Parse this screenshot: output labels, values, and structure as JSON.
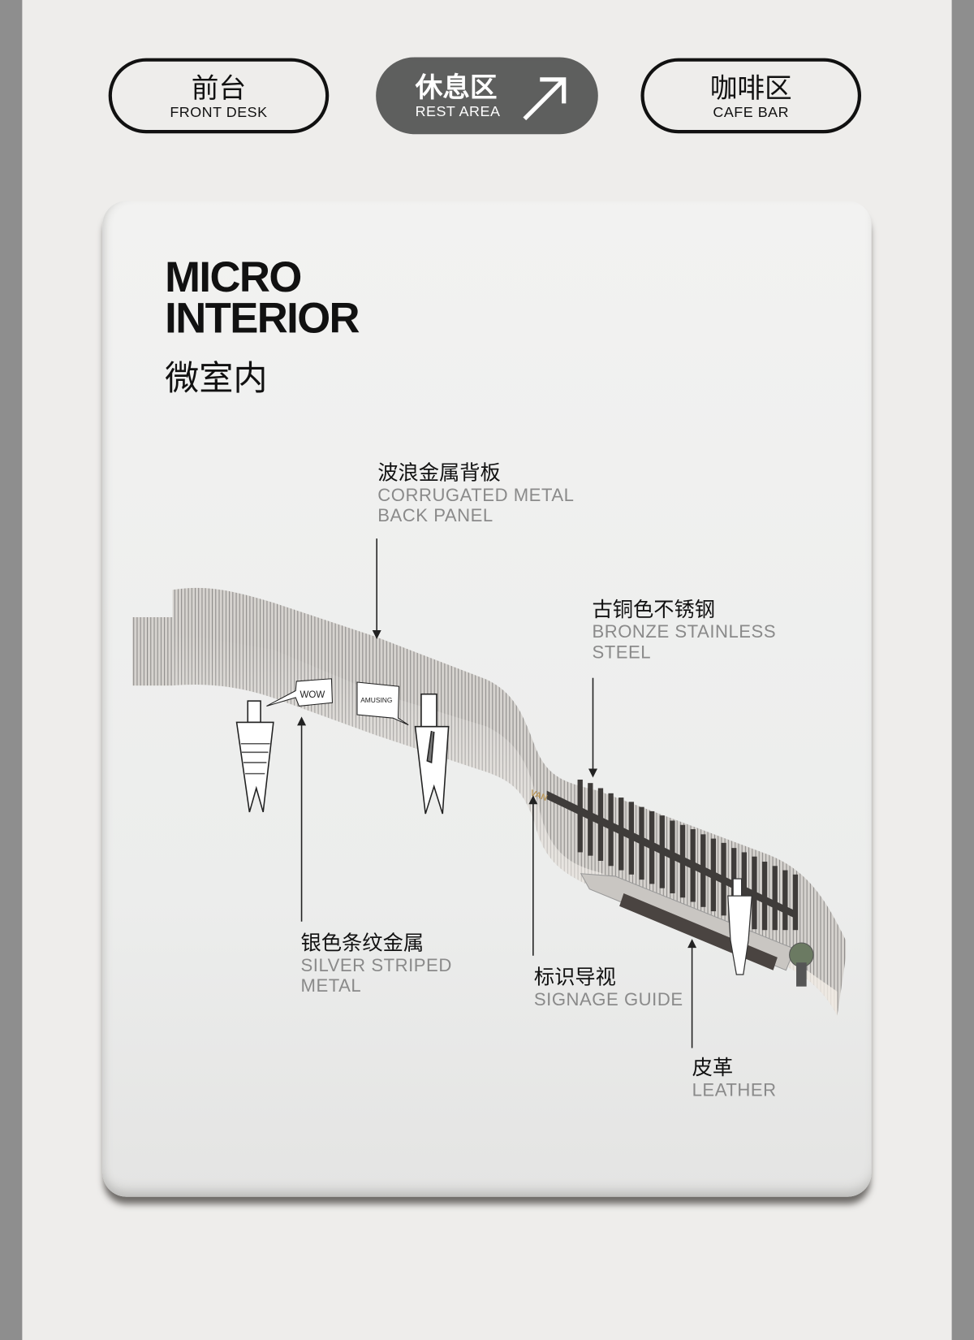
{
  "nav": [
    {
      "cn": "前台",
      "en": "FRONT DESK",
      "active": false
    },
    {
      "cn": "休息区",
      "en": "REST AREA",
      "active": true,
      "icon": "arrow-up-right-icon"
    },
    {
      "cn": "咖啡区",
      "en": "CAFE BAR",
      "active": false
    }
  ],
  "title": {
    "line1": "MICRO",
    "line2": "INTERIOR",
    "cn": "微室内"
  },
  "labels": {
    "corrugated": {
      "cn": "波浪金属背板",
      "en1": "CORRUGATED METAL",
      "en2": "BACK PANEL"
    },
    "bronze": {
      "cn": "古铜色不锈钢",
      "en1": "BRONZE STAINLESS",
      "en2": "STEEL"
    },
    "silver": {
      "cn": "银色条纹金属",
      "en1": "SILVER STRIPED",
      "en2": "METAL"
    },
    "signage": {
      "cn": "标识导视",
      "en1": "SIGNAGE GUIDE"
    },
    "leather": {
      "cn": "皮革",
      "en1": "LEATHER"
    }
  },
  "illustration": {
    "bubble1": "WOW",
    "bubble2": "AMUSING",
    "sign": "VAN"
  },
  "colors": {
    "active_pill": "#5e5f5e",
    "background": "#eeedeb",
    "frame": "#8e8e8e"
  }
}
